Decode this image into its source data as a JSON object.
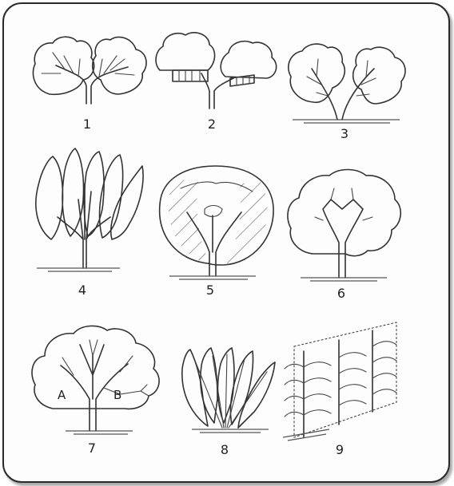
{
  "figures": [
    {
      "label": "1",
      "form": "open-center two-scaffold, round canopies"
    },
    {
      "label": "2",
      "form": "two-scaffold with pruned bases"
    },
    {
      "label": "3",
      "form": "V-shape two-leader"
    },
    {
      "label": "4",
      "form": "multi-leader upright"
    },
    {
      "label": "5",
      "form": "hatched central leader"
    },
    {
      "label": "6",
      "form": "modified open center"
    },
    {
      "label": "7",
      "form": "open center with scaffolds",
      "markers": [
        "A",
        "B"
      ]
    },
    {
      "label": "8",
      "form": "fan / bush multi-stem"
    },
    {
      "label": "9",
      "form": "trellis / espalier rows"
    }
  ]
}
